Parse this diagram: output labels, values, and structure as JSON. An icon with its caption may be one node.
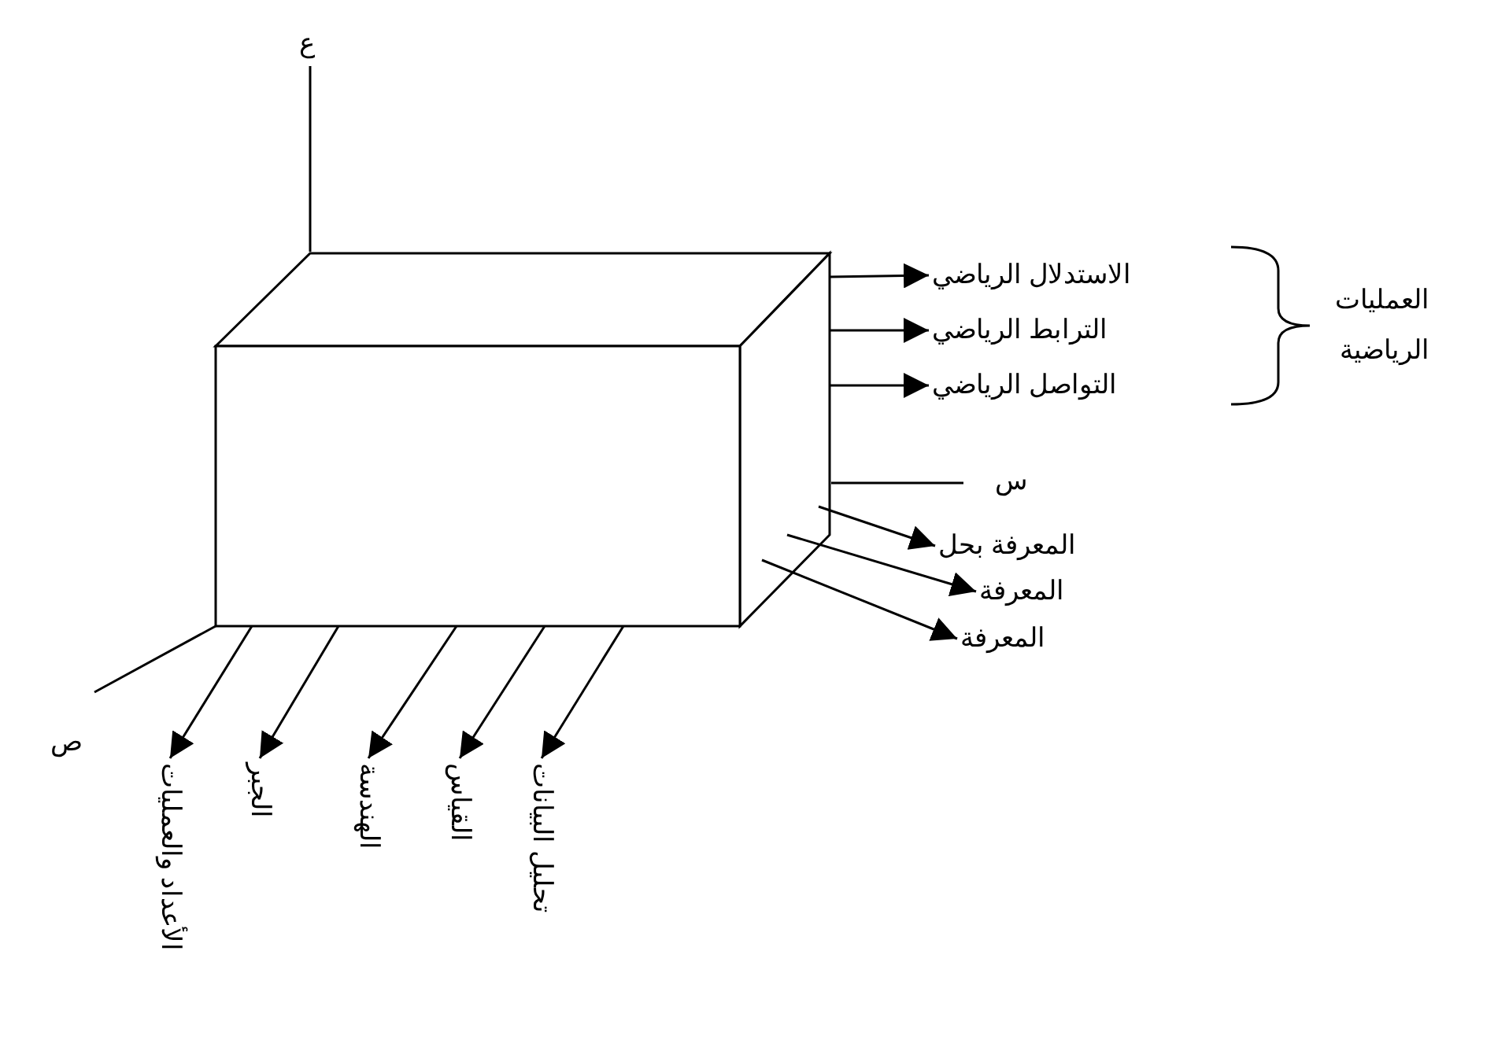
{
  "diagram": {
    "nodes": [
      {
        "text": [],
        "shape": "box"
      },
      {
        "text": [
          "الاستدلال الرياضي"
        ]
      },
      {
        "text": [
          "الترابط الرياضي"
        ]
      },
      {
        "text": [
          "التواصل الرياضي"
        ]
      },
      {
        "text": [
          "المعرفة بحل"
        ]
      },
      {
        "text": [
          "المعرفة"
        ]
      },
      {
        "text": [
          "المعرفة"
        ]
      },
      {
        "text": [
          "الأعداد والعمليات"
        ]
      },
      {
        "text": [
          "الجبر"
        ]
      },
      {
        "text": [
          "الهندسة"
        ]
      },
      {
        "text": [
          "القياس"
        ]
      },
      {
        "text": [
          "تحليل البيانات"
        ]
      }
    ],
    "edges": [
      {
        "from": 0,
        "to": 1,
        "arrow": "to"
      },
      {
        "from": 0,
        "to": 2,
        "arrow": "to"
      },
      {
        "from": 0,
        "to": 3,
        "arrow": "to"
      },
      {
        "from": 0,
        "to": 4,
        "arrow": "to"
      },
      {
        "from": 0,
        "to": 5,
        "arrow": "to"
      },
      {
        "from": 0,
        "to": 6,
        "arrow": "to"
      },
      {
        "from": 0,
        "to": 7,
        "arrow": "to"
      },
      {
        "from": 0,
        "to": 8,
        "arrow": "to"
      },
      {
        "from": 0,
        "to": 9,
        "arrow": "to"
      },
      {
        "from": 0,
        "to": 10,
        "arrow": "to"
      },
      {
        "from": 0,
        "to": 11,
        "arrow": "to"
      }
    ],
    "labels": [
      "ع",
      "س",
      "ص",
      "العمليات الرياضية"
    ]
  }
}
